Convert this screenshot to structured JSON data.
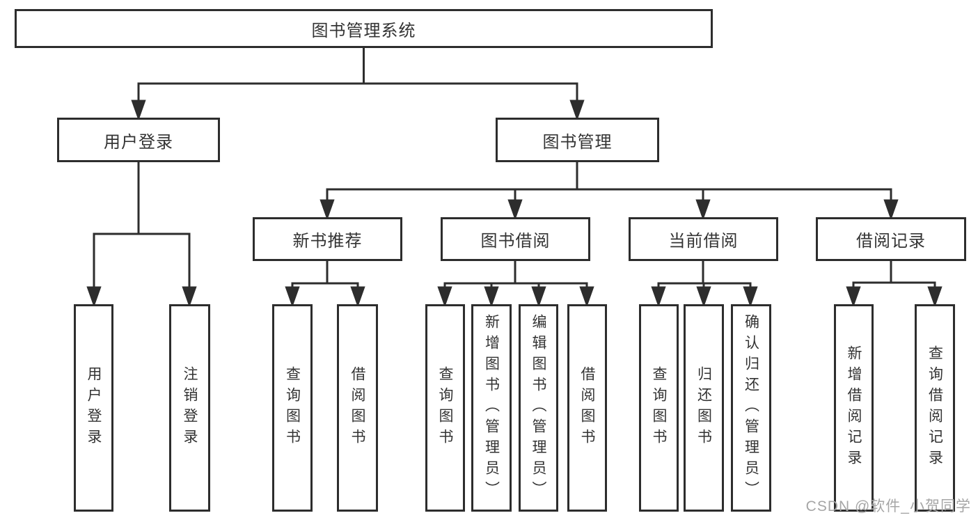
{
  "diagram": {
    "root": "图书管理系统",
    "level2": [
      "用户登录",
      "图书管理"
    ],
    "level3": [
      "新书推荐",
      "图书借阅",
      "当前借阅",
      "借阅记录"
    ],
    "leaves": {
      "user_login": [
        "用户登录",
        "注销登录"
      ],
      "new_book_recommend": [
        "查询图书",
        "借阅图书"
      ],
      "book_borrow": [
        "查询图书",
        "新增图书（管理员）",
        "编辑图书（管理员）",
        "借阅图书"
      ],
      "current_borrow": [
        "查询图书",
        "归还图书",
        "确认归还（管理员）"
      ],
      "borrow_records": [
        "新增借阅记录",
        "查询借阅记录"
      ]
    }
  },
  "watermark": "CSDN @软件_小贺同学",
  "colors": {
    "line": "#2d2d2d",
    "border": "#2d2d2d",
    "text": "#333333",
    "watermark_text": "#a6a6a6",
    "background": "#ffffff"
  }
}
